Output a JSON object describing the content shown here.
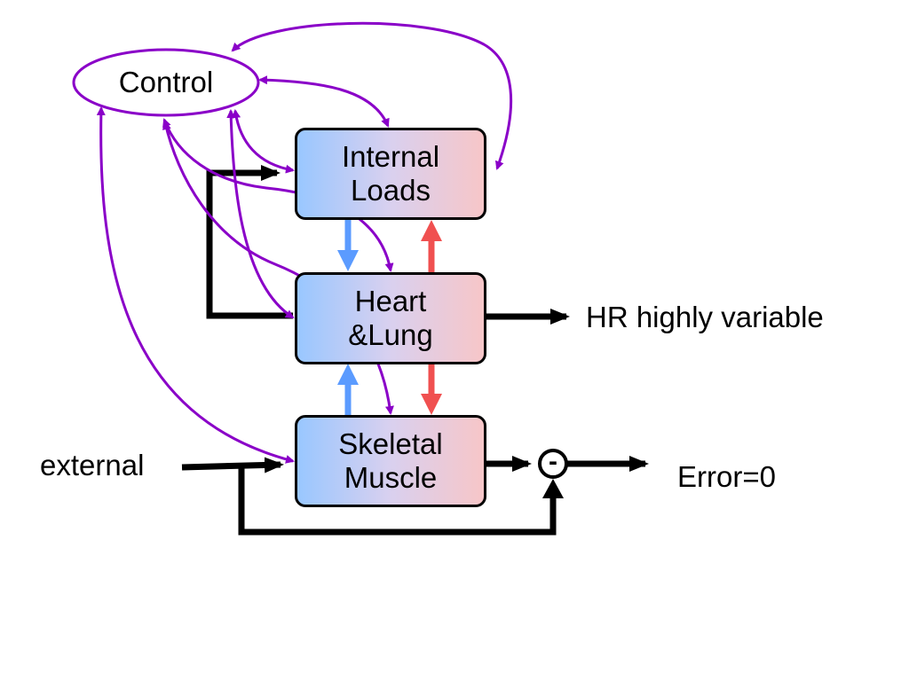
{
  "nodes": {
    "control": "Control",
    "internal_loads": {
      "line1": "Internal",
      "line2": "Loads"
    },
    "heart_lung": {
      "line1": "Heart",
      "line2": "&Lung"
    },
    "skeletal_muscle": {
      "line1": "Skeletal",
      "line2": "Muscle"
    },
    "summing_junction": "-"
  },
  "labels": {
    "external": "external",
    "hr_output": "HR highly variable",
    "error_output": "Error=0"
  },
  "colors": {
    "control_arrows": "#8a00c8",
    "down_arrows": "#5b9bff",
    "up_arrows": "#f05050",
    "box_left": "#99c7ff",
    "box_right": "#f7c6c8",
    "signal": "#000000"
  }
}
